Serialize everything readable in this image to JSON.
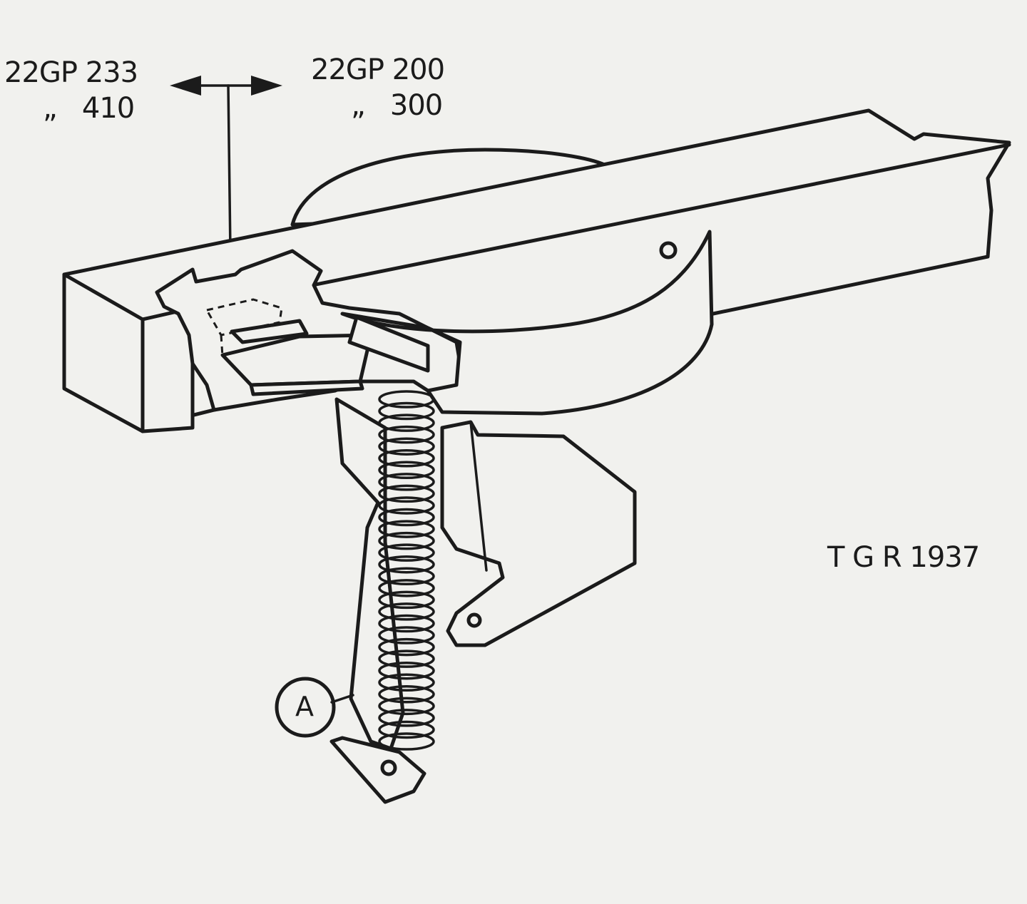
{
  "labels": {
    "left_part": "22GP 233",
    "left_alt": "„   410",
    "right_part": "22GP 200",
    "right_alt": "„   300",
    "figure_code": "T G R 1937",
    "callout": "A"
  },
  "colors": {
    "ink": "#1b1b1b",
    "paper": "#f1f1ee"
  }
}
